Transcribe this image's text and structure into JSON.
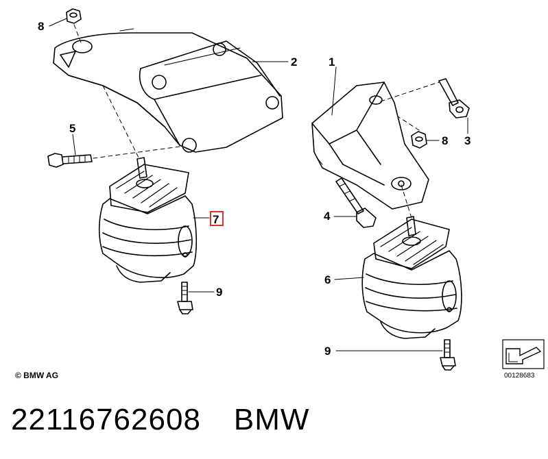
{
  "callouts": {
    "c8_left": "8",
    "c2": "2",
    "c5": "5",
    "c7": "7",
    "c9_left": "9",
    "c1": "1",
    "c8_right": "8",
    "c3": "3",
    "c4": "4",
    "c6": "6",
    "c9_right": "9"
  },
  "highlight_color": "#d9342b",
  "copyright": "© BMW AG",
  "diagram_id": "00128683",
  "footer": {
    "part_number": "22116762608",
    "brand": "BMW"
  }
}
